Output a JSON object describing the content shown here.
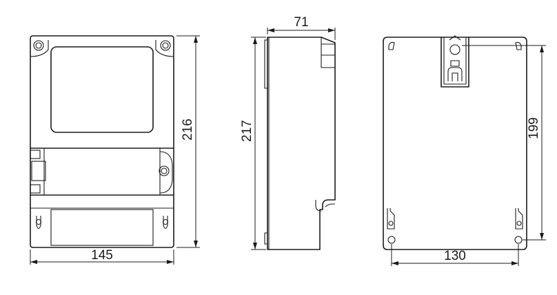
{
  "drawing": {
    "front_view": {
      "width_label": "145",
      "height_label": "216"
    },
    "side_view": {
      "depth_label": "71",
      "height_label": "217"
    },
    "back_view": {
      "mount_width_label": "130",
      "mount_height_label": "199"
    },
    "line_color": "#1a1a1a",
    "background": "#ffffff"
  }
}
